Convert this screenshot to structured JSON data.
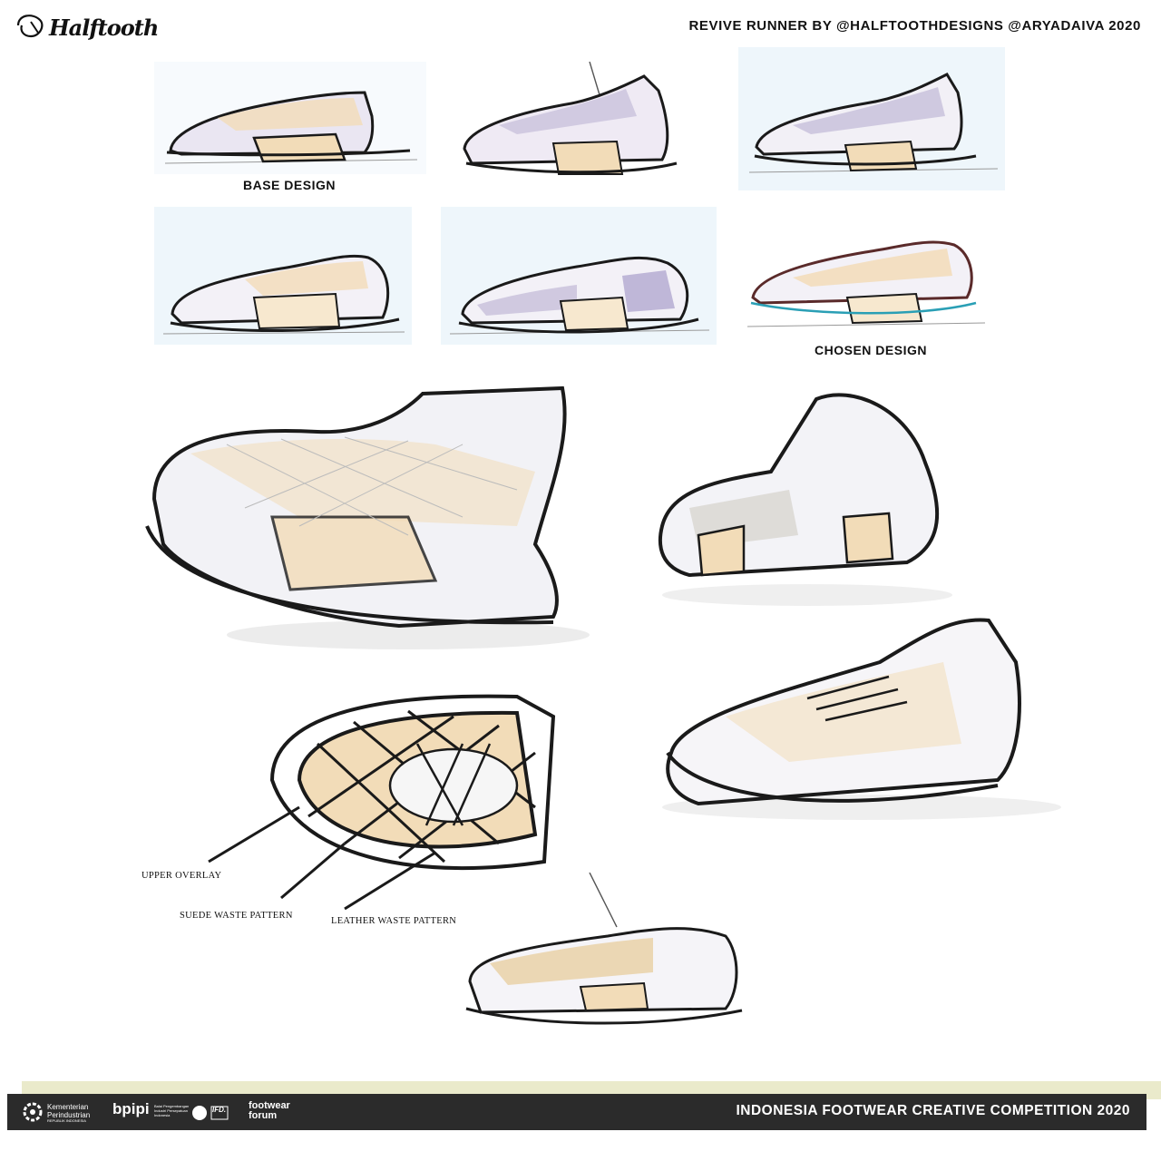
{
  "header": {
    "logo_text": "Halftooth",
    "title": "REVIVE RUNNER BY @HALFTOOTHDESIGNS @ARYADAIVA 2020"
  },
  "captions": {
    "base_design": "BASE DESIGN",
    "chosen_design": "CHOSEN DESIGN"
  },
  "annotations": {
    "upper_overlay": "UPPER OVERLAY",
    "suede_waste_pattern": "SUEDE WASTE PATTERN",
    "leather_waste_pattern": "LEATHER WASTE PATTERN"
  },
  "footer": {
    "title": "INDONESIA FOOTWEAR CREATIVE COMPETITION 2020",
    "logos": {
      "kementerian_line1": "Kementerian",
      "kementerian_line2": "Perindustrian",
      "kementerian_line3": "REPUBLIK INDONESIA",
      "bpipi": "bpipi",
      "bpipi_small": "Balai Pengembangan Industri Persepatuan Indonesia",
      "ifd": "IFD.",
      "footwear_line1": "footwear",
      "footwear_line2": "forum"
    }
  },
  "colors": {
    "ink": "#1a1a1a",
    "tan": "#f2dcb8",
    "lavender": "#c9c2dc",
    "panel": "#eef6fb",
    "footer_bar": "#2b2b2b",
    "footer_stripe": "#eaeacb"
  }
}
